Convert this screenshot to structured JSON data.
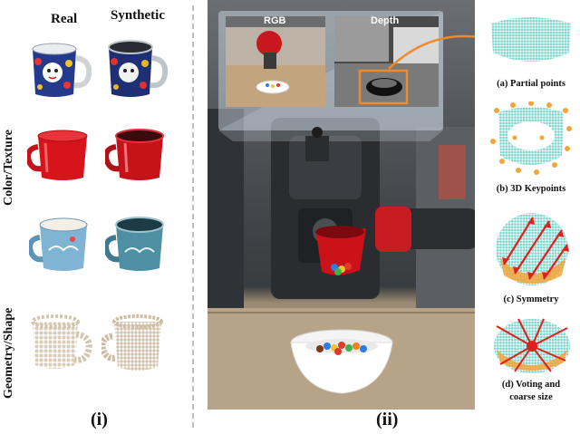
{
  "left_panel": {
    "col_real": "Real",
    "col_synthetic": "Synthetic",
    "row_color_texture": "Color/Texture",
    "row_geometry_shape": "Geometry/Shape",
    "label": "(i)"
  },
  "right_panel": {
    "inset_rgb": "RGB",
    "inset_depth": "Depth",
    "label": "(ii)",
    "captions": [
      "(a) Partial points",
      "(b) 3D Keypoints",
      "(c) Symmetry",
      "(d) Voting and",
      "coarse size"
    ]
  },
  "colors": {
    "points_cyan": "#7fd6cf",
    "keypoint_orange": "#f5a43a",
    "arrow_red": "#e0201c",
    "inset_orange": "#f08a2b",
    "mug_red": "#d7141c",
    "mug_blue": "#6aa6c9"
  }
}
